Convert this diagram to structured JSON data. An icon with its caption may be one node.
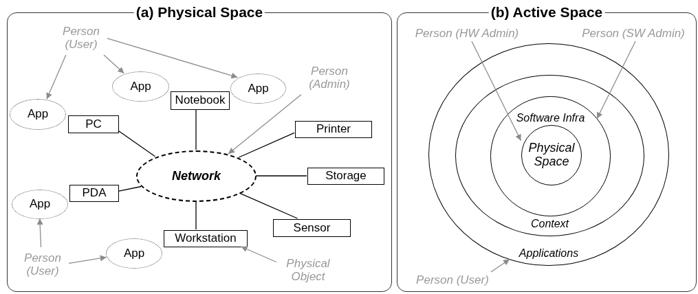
{
  "diagram": {
    "nodes": [
      {
        "text": [
          "(a) Physical Space"
        ]
      },
      {
        "text": [
          "Person (User)"
        ],
        "in": 0
      },
      {
        "text": [
          "App"
        ],
        "in": 0
      },
      {
        "text": [
          "PC"
        ],
        "in": 0
      },
      {
        "text": [
          "App"
        ],
        "in": 0
      },
      {
        "text": [
          "App"
        ],
        "in": 0
      },
      {
        "text": [
          "Notebook"
        ],
        "in": 0
      },
      {
        "text": [
          "Person (Admin)"
        ],
        "in": 0
      },
      {
        "text": [
          "Printer"
        ],
        "in": 0
      },
      {
        "text": [
          "Network"
        ],
        "in": 0
      },
      {
        "text": [
          "Storage"
        ],
        "in": 0
      },
      {
        "text": [
          "PDA"
        ],
        "in": 0
      },
      {
        "text": [
          "App"
        ],
        "in": 0
      },
      {
        "text": [
          "Sensor"
        ],
        "in": 0
      },
      {
        "text": [
          "Workstation"
        ],
        "in": 0
      },
      {
        "text": [
          "App"
        ],
        "in": 0
      },
      {
        "text": [
          "Person (User)"
        ],
        "in": 0
      },
      {
        "text": [
          "Physical Object"
        ],
        "in": 0
      },
      {
        "text": [
          "(b) Active Space"
        ]
      },
      {
        "text": [
          "Person (HW Admin)"
        ],
        "in": 18
      },
      {
        "text": [
          "Person (SW Admin)"
        ],
        "in": 18
      },
      {
        "text": [
          "Applications"
        ],
        "in": 18
      },
      {
        "text": [
          "Context"
        ],
        "in": 21
      },
      {
        "text": [
          "Software Infra"
        ],
        "in": 22
      },
      {
        "text": [
          "Physical Space"
        ],
        "in": 23
      },
      {
        "text": [
          "Person (User)"
        ],
        "in": 18
      }
    ],
    "edges": [
      {
        "from": 1,
        "to": 2,
        "arrow": "to"
      },
      {
        "from": 1,
        "to": 4,
        "arrow": "to"
      },
      {
        "from": 1,
        "to": 5,
        "arrow": "to"
      },
      {
        "from": 7,
        "to": 9,
        "arrow": "to"
      },
      {
        "from": 3,
        "to": 9,
        "arrow": "none",
        "color": "#000000"
      },
      {
        "from": 6,
        "to": 9,
        "arrow": "none",
        "color": "#000000"
      },
      {
        "from": 8,
        "to": 9,
        "arrow": "none",
        "color": "#000000"
      },
      {
        "from": 10,
        "to": 9,
        "arrow": "none",
        "color": "#000000"
      },
      {
        "from": 11,
        "to": 9,
        "arrow": "none",
        "color": "#000000"
      },
      {
        "from": 13,
        "to": 9,
        "arrow": "none",
        "color": "#000000"
      },
      {
        "from": 14,
        "to": 9,
        "arrow": "none",
        "color": "#000000"
      },
      {
        "from": 16,
        "to": 12,
        "arrow": "to"
      },
      {
        "from": 16,
        "to": 15,
        "arrow": "to"
      },
      {
        "from": 17,
        "to": 14,
        "arrow": "to"
      },
      {
        "from": 19,
        "to": 24,
        "arrow": "to"
      },
      {
        "from": 20,
        "to": 23,
        "arrow": "to"
      },
      {
        "from": 25,
        "to": 21,
        "arrow": "to"
      }
    ]
  }
}
